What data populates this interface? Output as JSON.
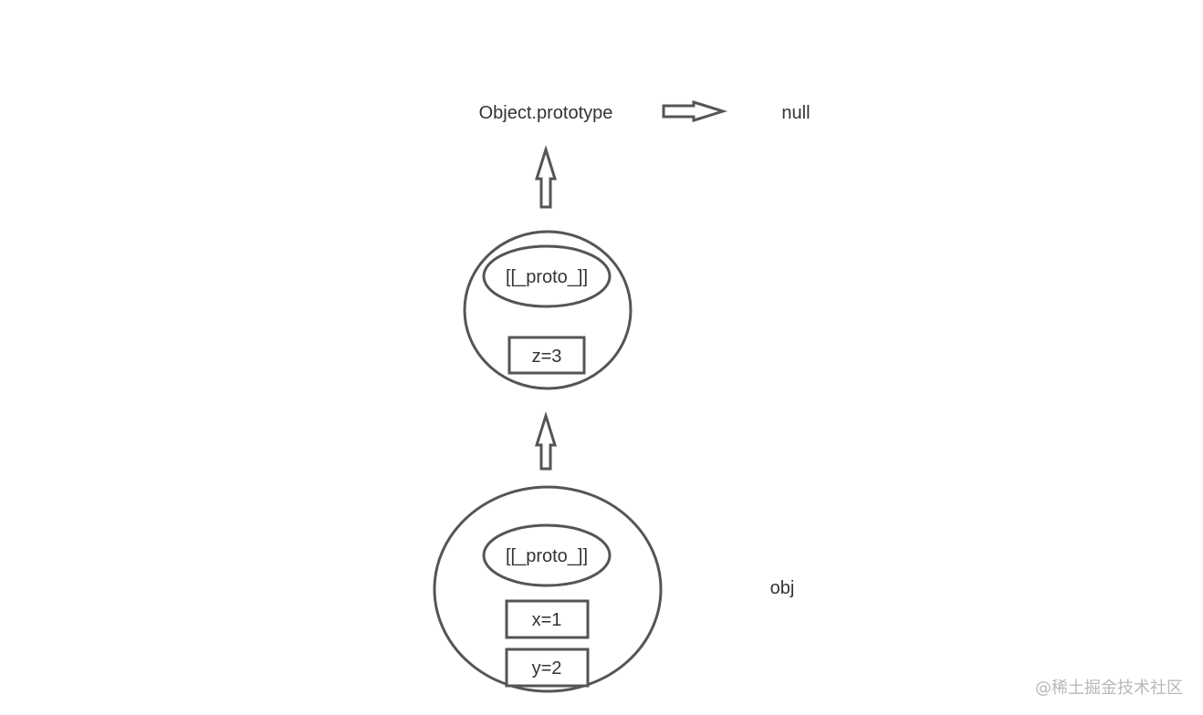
{
  "labels": {
    "object_prototype": "Object.prototype",
    "null": "null",
    "obj": "obj"
  },
  "prototype_object": {
    "proto_slot": "[[_proto_]]",
    "properties": [
      "z=3"
    ]
  },
  "obj_object": {
    "proto_slot": "[[_proto_]]",
    "properties": [
      "x=1",
      "y=2"
    ]
  },
  "watermark": "@稀土掘金技术社区"
}
